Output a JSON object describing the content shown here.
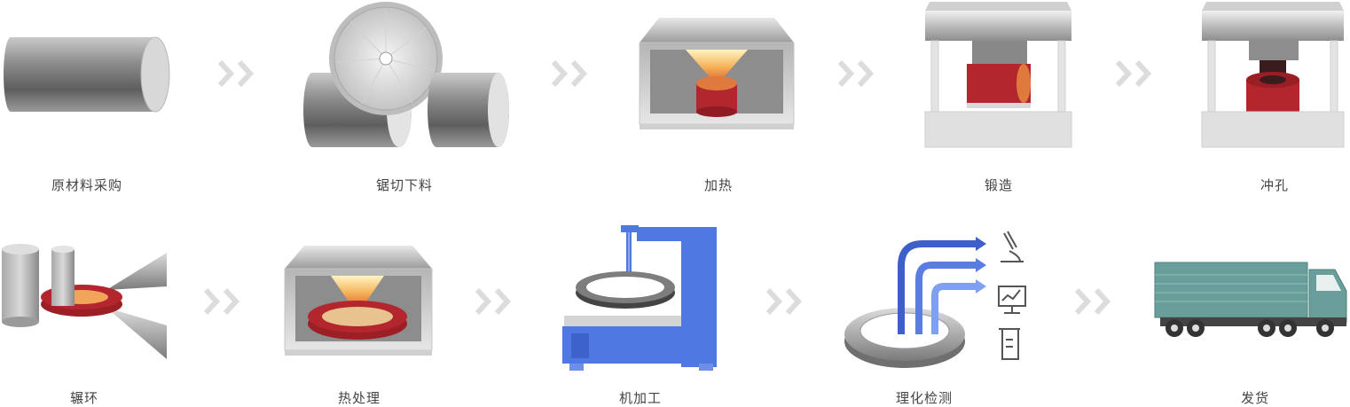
{
  "row1": [
    {
      "label": "原材料采购",
      "icon": "steel-bar-icon"
    },
    {
      "label": "锯切下料",
      "icon": "saw-cutting-icon"
    },
    {
      "label": "加热",
      "icon": "heating-furnace-icon"
    },
    {
      "label": "锻造",
      "icon": "forging-press-icon"
    },
    {
      "label": "冲孔",
      "icon": "punching-press-icon"
    }
  ],
  "row2": [
    {
      "label": "辗环",
      "icon": "ring-rolling-icon"
    },
    {
      "label": "热处理",
      "icon": "heat-treatment-icon"
    },
    {
      "label": "机加工",
      "icon": "machining-icon"
    },
    {
      "label": "理化检测",
      "icon": "inspection-icon"
    },
    {
      "label": "发货",
      "icon": "delivery-truck-icon"
    }
  ],
  "colors": {
    "steel": "#8a8a8a",
    "hot_metal": "#b3262d",
    "flame": "#f7c36b",
    "machine_blue": "#4f78e3",
    "arrow_blue": "#3d5fc9",
    "truck_teal": "#6a9e9a",
    "chevron": "#dcdcdc",
    "label": "#444444"
  }
}
